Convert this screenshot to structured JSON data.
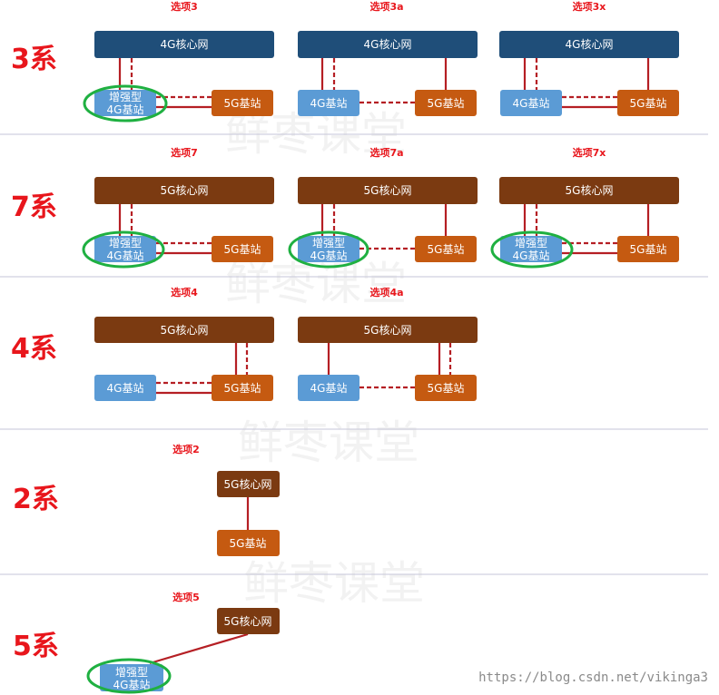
{
  "colors": {
    "core_4g": "#1f4e79",
    "core_5g": "#7b3a11",
    "station_4g": "#5b9bd5",
    "station_5g": "#c55a11",
    "link": "#b51f24",
    "enhanced_ring": "#1fb041",
    "label_red": "#e8161c"
  },
  "series": [
    "3系",
    "7系",
    "4系",
    "2系",
    "5系"
  ],
  "options": {
    "o3": "选项3",
    "o3a": "选项3a",
    "o3x": "选项3x",
    "o7": "选项7",
    "o7a": "选项7a",
    "o7x": "选项7x",
    "o4": "选项4",
    "o4a": "选项4a",
    "o2": "选项2",
    "o5": "选项5"
  },
  "labels": {
    "core_4g": "4G核心网",
    "core_5g": "5G核心网",
    "station_4g": "4G基站",
    "station_5g": "5G基站",
    "enhanced_line1": "增强型",
    "enhanced_line2": "4G基站"
  },
  "watermark": "鲜枣课堂",
  "credit": "https://blog.csdn.net/vikinga3"
}
